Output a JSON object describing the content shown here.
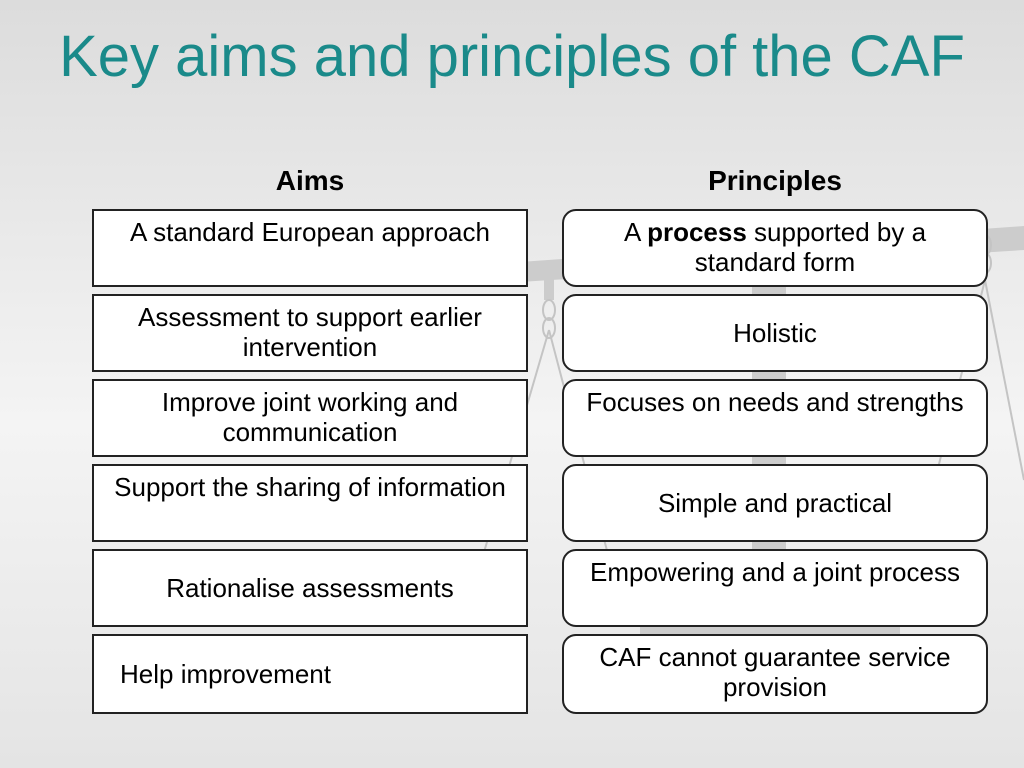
{
  "slide": {
    "title": "Key aims and principles of the CAF"
  },
  "headers": {
    "aims": "Aims",
    "principles": "Principles"
  },
  "aims": [
    "A standard European approach",
    "Assessment to support earlier intervention",
    "Improve joint working and communication",
    "Support the sharing of information",
    "Rationalise assessments",
    "Help improvement"
  ],
  "principles": {
    "p1": {
      "prefix": "A ",
      "bold": "process",
      "suffix": " supported by a standard form"
    },
    "p2": "Holistic",
    "p3": "Focuses on needs and strengths",
    "p4": "Simple and practical",
    "p5": "Empowering and a joint process",
    "p6": "CAF cannot guarantee service provision"
  },
  "colors": {
    "title": "#1a8a8a",
    "scale_watermark": "#c4c4c4"
  },
  "icons": {
    "background": "balance-scale-icon"
  }
}
